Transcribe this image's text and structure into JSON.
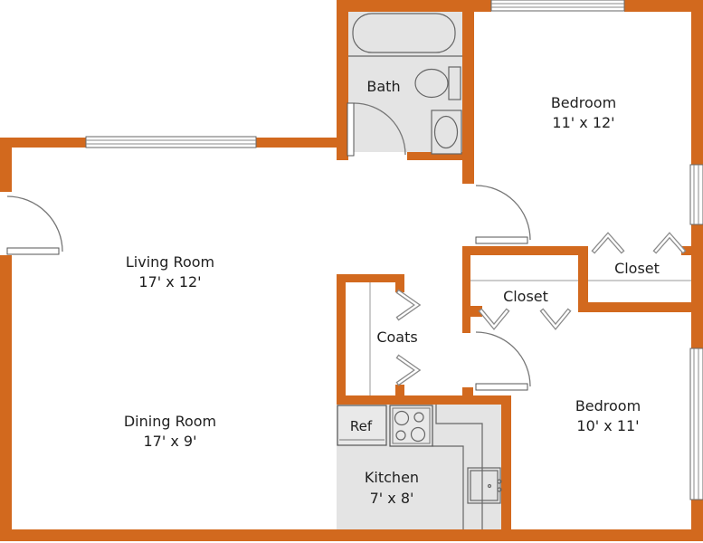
{
  "palette": {
    "wall_color": "#D2691E",
    "floor_color": "#E4E4E4",
    "fixture_line_color": "#666666",
    "door_arc_color": "#777777",
    "text_color": "#1F1F1F"
  },
  "rooms": {
    "bath": {
      "label": "Bath"
    },
    "bedroom_top": {
      "label": "Bedroom",
      "dims": "11' x 12'"
    },
    "living": {
      "label": "Living Room",
      "dims": "17' x 12'"
    },
    "closet_top": {
      "label": "Closet"
    },
    "closet_mid": {
      "label": "Closet"
    },
    "coats": {
      "label": "Coats"
    },
    "dining": {
      "label": "Dining Room",
      "dims": "17' x 9'"
    },
    "kitchen": {
      "label": "Kitchen",
      "dims": "7' x 8'"
    },
    "bedroom_bottom": {
      "label": "Bedroom",
      "dims": "10' x 11'"
    }
  },
  "fixtures": {
    "refrigerator": {
      "label": "Ref"
    }
  }
}
